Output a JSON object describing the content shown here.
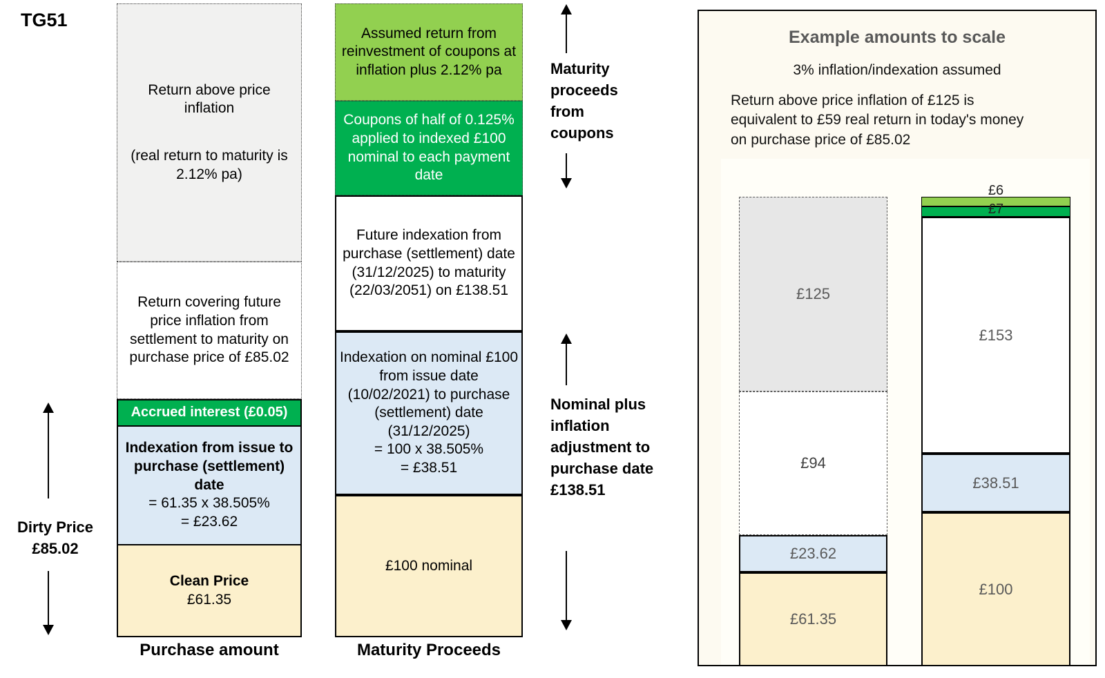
{
  "tag": "TG51",
  "purchase_column": {
    "axis_label": "Purchase amount",
    "segments": {
      "return_above_inflation": {
        "para1": "Return above price inflation",
        "para2": "(real return to maturity is 2.12% pa)"
      },
      "return_future_inflation": {
        "text": "Return covering future price inflation from settlement to maturity on purchase price of £85.02"
      },
      "accrued_interest": {
        "text": "Accrued interest (£0.05)"
      },
      "indexation_to_purchase": {
        "title": "Indexation from issue to purchase (settlement) date",
        "calc_line1": "= 61.35 x 38.505%",
        "calc_line2": "= £23.62"
      },
      "clean_price": {
        "title": "Clean Price",
        "value": "£61.35"
      }
    }
  },
  "maturity_column": {
    "axis_label": "Maturity Proceeds",
    "segments": {
      "coupon_reinvestment": {
        "text": "Assumed return from reinvestment of coupons at inflation plus 2.12% pa"
      },
      "coupons": {
        "text": "Coupons of half of 0.125% applied to indexed £100 nominal to each payment date"
      },
      "future_indexation": {
        "text": "Future indexation from purchase (settlement) date (31/12/2025) to maturity (22/03/2051) on £138.51"
      },
      "past_indexation": {
        "text": "Indexation on nominal £100 from issue date (10/02/2021) to purchase (settlement) date (31/12/2025)",
        "calc_line1": "= 100 x 38.505%",
        "calc_line2": "= £38.51"
      },
      "nominal": {
        "text": "£100 nominal"
      }
    }
  },
  "annotations": {
    "dirty_price": {
      "line1": "Dirty Price",
      "line2": "£85.02"
    },
    "maturity_coupons": {
      "text": "Maturity proceeds from coupons"
    },
    "nominal_adjustment": {
      "text": "Nominal plus inflation adjustment to purchase date £138.51"
    }
  },
  "scale_panel": {
    "title": "Example amounts to scale",
    "subtitle": "3% inflation/indexation assumed",
    "note": "Return above price inflation of £125 is equivalent to £59 real return in today's money on purchase price of £85.02",
    "purchase_bar": {
      "return_above_inflation": "£125",
      "future_inflation": "£94",
      "indexation": "£23.62",
      "clean_price": "£61.35"
    },
    "maturity_bar": {
      "reinvestment": "£6",
      "coupons": "£7",
      "future_indexation": "£153",
      "past_indexation": "£38.51",
      "nominal": "£100"
    }
  },
  "colors": {
    "green": "#00b050",
    "light_green": "#92d050",
    "light_blue": "#dce9f5",
    "cream": "#fcf0cc",
    "light_gray": "#f1f1f0",
    "panel_bg": "#fdfaf1",
    "title_gray": "#595959"
  },
  "chart_data": {
    "type": "bar",
    "stacked": true,
    "title": "Example amounts to scale",
    "subtitle": "3% inflation/indexation assumed",
    "categories": [
      "Purchase amount",
      "Maturity proceeds"
    ],
    "series": [
      {
        "name": "Clean price / £100 nominal",
        "values": [
          61.35,
          100
        ]
      },
      {
        "name": "Indexation from issue to purchase date",
        "values": [
          23.62,
          38.51
        ]
      },
      {
        "name": "Future price inflation / future indexation",
        "values": [
          94,
          153
        ]
      },
      {
        "name": "Return above price inflation",
        "values": [
          125,
          0
        ]
      },
      {
        "name": "Coupons",
        "values": [
          0,
          7
        ]
      },
      {
        "name": "Assumed return from reinvestment of coupons",
        "values": [
          0,
          6
        ]
      }
    ],
    "ylim": [
      0,
      305
    ],
    "grid": false,
    "legend_position": "none",
    "annotations": [
      "Return above price inflation of £125 is equivalent to £59 real return in today's money on purchase price of £85.02"
    ]
  }
}
